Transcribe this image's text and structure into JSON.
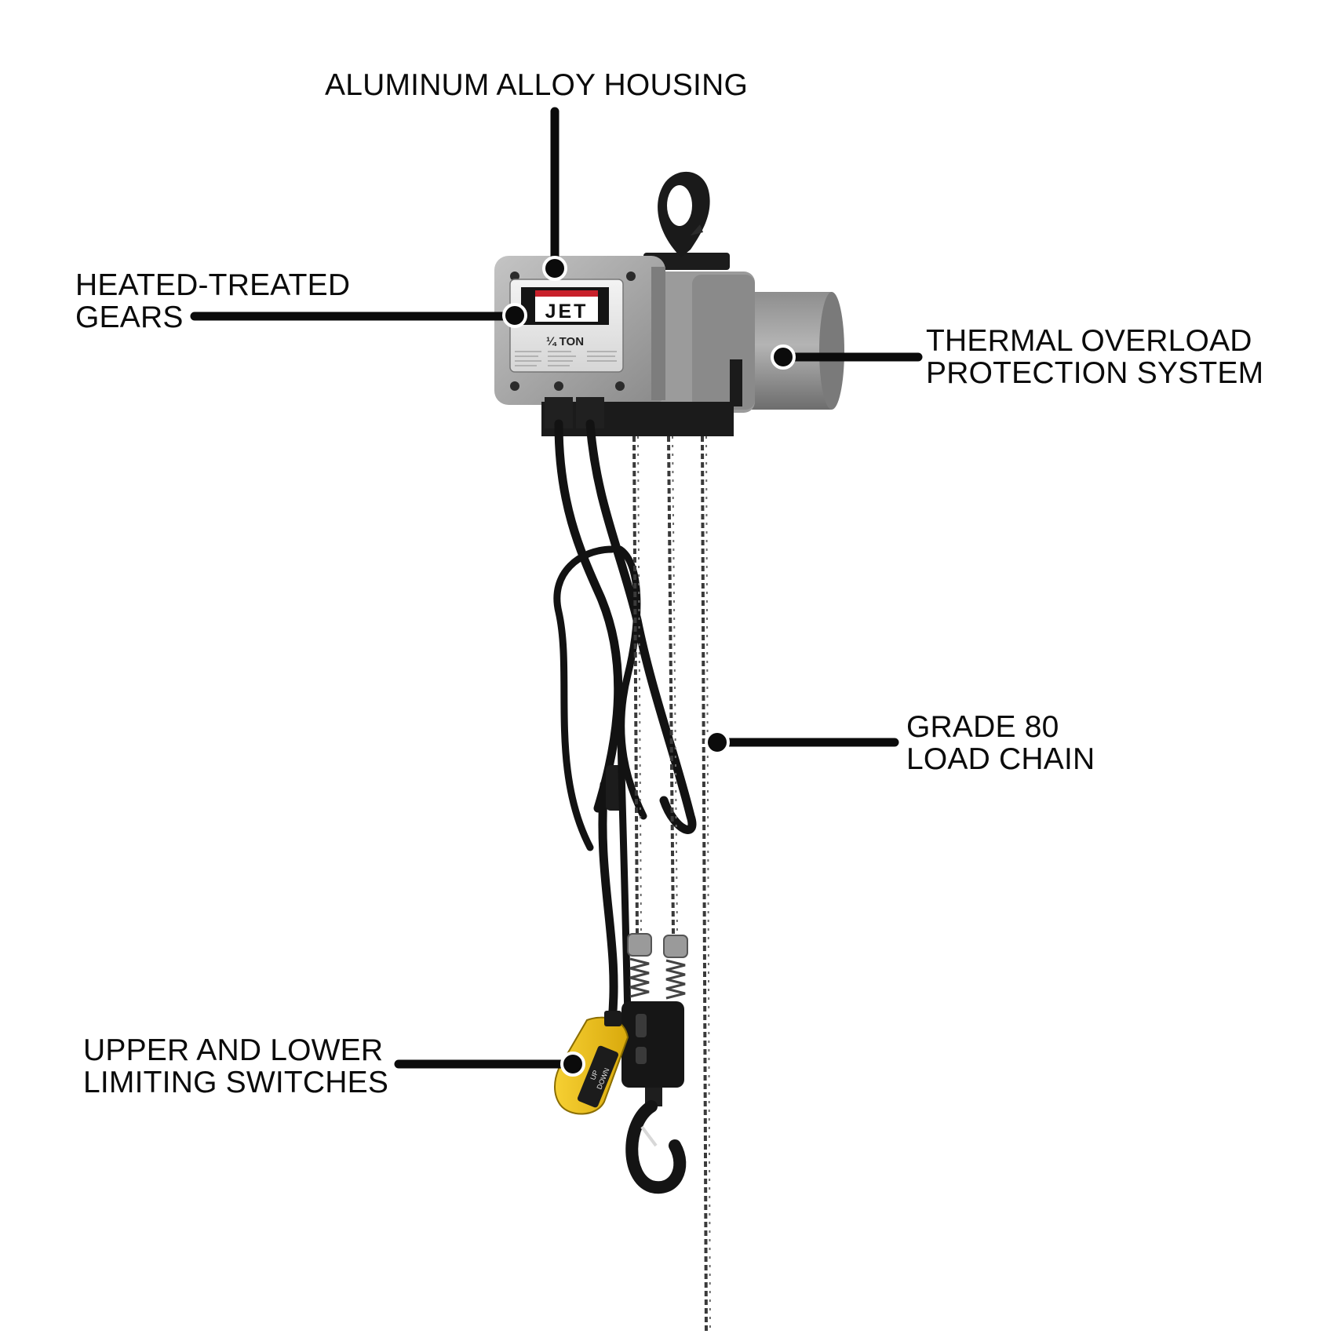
{
  "callouts": {
    "housing": {
      "lines": [
        "ALUMINUM ALLOY HOUSING"
      ]
    },
    "gears": {
      "lines": [
        "HEATED-TREATED",
        "GEARS"
      ]
    },
    "thermal": {
      "lines": [
        "THERMAL OVERLOAD",
        "PROTECTION SYSTEM"
      ]
    },
    "chain": {
      "lines": [
        "GRADE 80",
        "LOAD CHAIN"
      ]
    },
    "switches": {
      "lines": [
        "UPPER AND LOWER",
        "LIMITING SWITCHES"
      ]
    }
  },
  "product": {
    "brand": "JET",
    "capacity": "¼ TON",
    "pendant_labels": [
      "UP",
      "DOWN"
    ]
  },
  "colors": {
    "background": "#ffffff",
    "text": "#0b0b0b",
    "housing_gray": "#a9a9a9",
    "brand_red": "#c8202a",
    "pendant_yellow": "#f2c318"
  }
}
